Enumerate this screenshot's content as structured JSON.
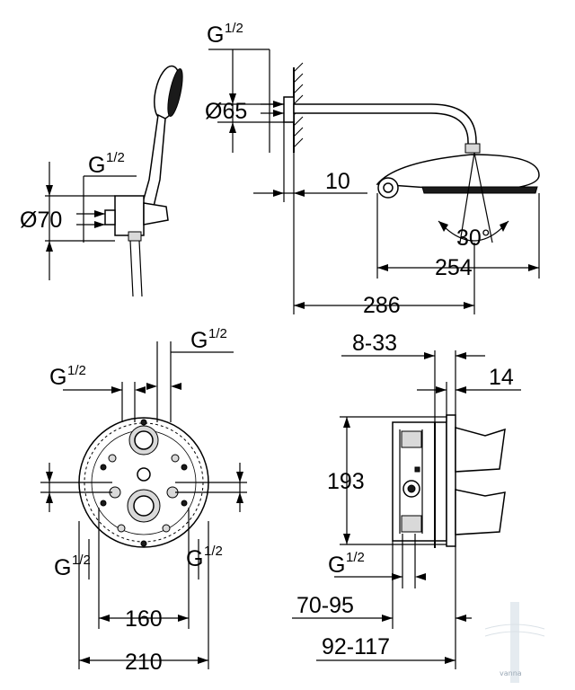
{
  "labels": {
    "thread_shower_arm": "G",
    "thread_shower_arm_frac": "1/2",
    "dia_65": "Ø65",
    "wall_gap": "10",
    "thread_hand": "G",
    "thread_hand_frac": "1/2",
    "dia_70": "Ø70",
    "angle": "30°",
    "head_width": "254",
    "projection": "286",
    "thread_top_right": "G",
    "thread_top_right_frac": "1/2",
    "thread_top_left": "G",
    "thread_top_left_frac": "1/2",
    "thread_bottom_left": "G",
    "thread_bottom_left_frac": "1/2",
    "thread_bottom_right": "G",
    "thread_bottom_right_frac": "1/2",
    "width_160": "160",
    "width_210": "210",
    "depth_8_33": "8-33",
    "depth_14": "14",
    "height_193": "193",
    "thread_body": "G",
    "thread_body_frac": "1/2",
    "depth_70_95": "70-95",
    "depth_92_117": "92-117"
  },
  "watermark": "vanna"
}
